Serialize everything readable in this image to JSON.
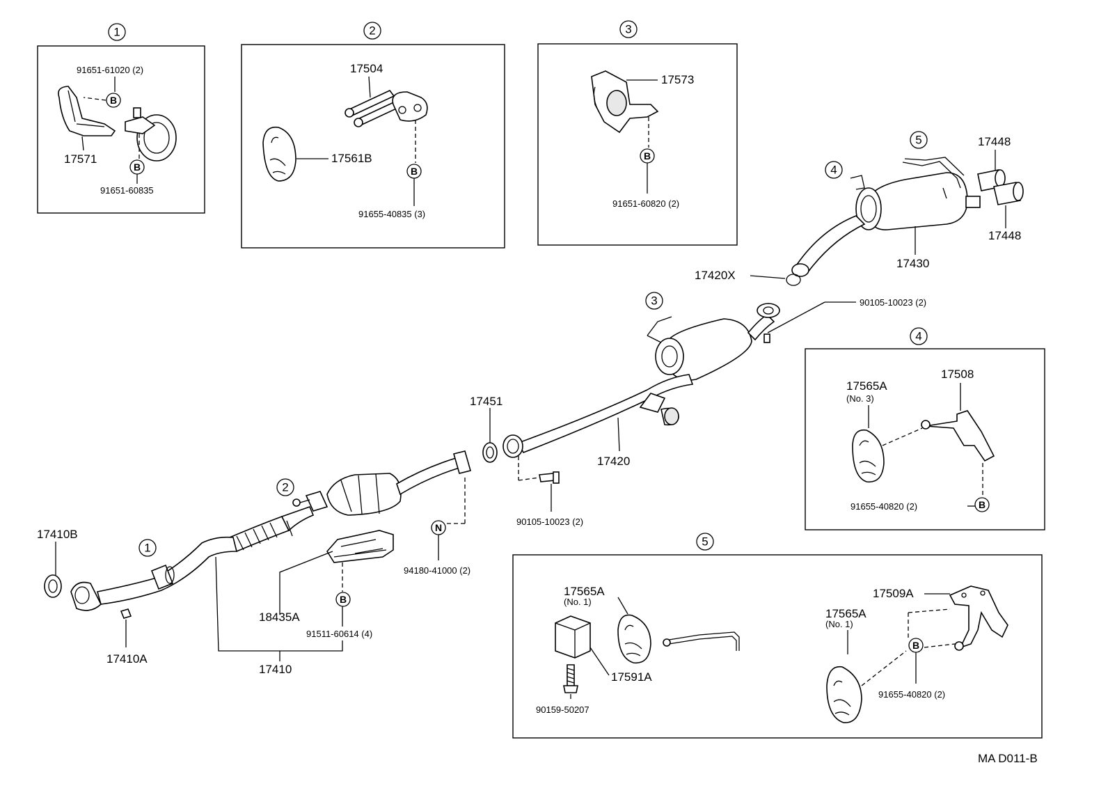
{
  "insets": [
    {
      "num": "1",
      "labels": {
        "bolt": "91651-61020 (2)",
        "bracket": "17571",
        "bolt2": "91651-60835"
      }
    },
    {
      "num": "2",
      "labels": {
        "bolt_a": "17504",
        "hanger": "17561B",
        "bolt": "91655-40835 (3)"
      }
    },
    {
      "num": "3",
      "labels": {
        "bracket": "17573",
        "bolt": "91651-60820 (2)"
      }
    },
    {
      "num": "4",
      "labels": {
        "hanger": "17565A",
        "hanger_sub": "(No. 3)",
        "bracket": "17508",
        "bolt": "91655-40820 (2)"
      }
    },
    {
      "num": "5",
      "labels": {
        "hanger": "17565A",
        "hanger_sub": "(No. 1)",
        "block": "17591A",
        "bolt": "90159-50207",
        "hanger2": "17565A",
        "hanger2_sub": "(No. 1)",
        "bracket": "17509A",
        "bolt2": "91655-40820 (2)"
      }
    }
  ],
  "main": {
    "callouts": [
      "1",
      "2",
      "3",
      "4",
      "5"
    ],
    "labels": {
      "tail_pipe_a": "17448",
      "tail_pipe_b": "17448",
      "gasket_x": "17420X",
      "muffler": "17430",
      "bolt_top": "90105-10023 (2)",
      "gasket_451": "17451",
      "center_pipe": "17420",
      "bolt_mid": "90105-10023 (2)",
      "nut": "94180-41000 (2)",
      "gasket_b": "17410B",
      "gasket_a": "17410A",
      "heat_insulator": "18435A",
      "bolt_insulator": "91511-60614 (4)",
      "front_pipe": "17410"
    },
    "tags": {
      "B": "B",
      "N": "N"
    }
  },
  "figure_code": "MA  D011-B"
}
